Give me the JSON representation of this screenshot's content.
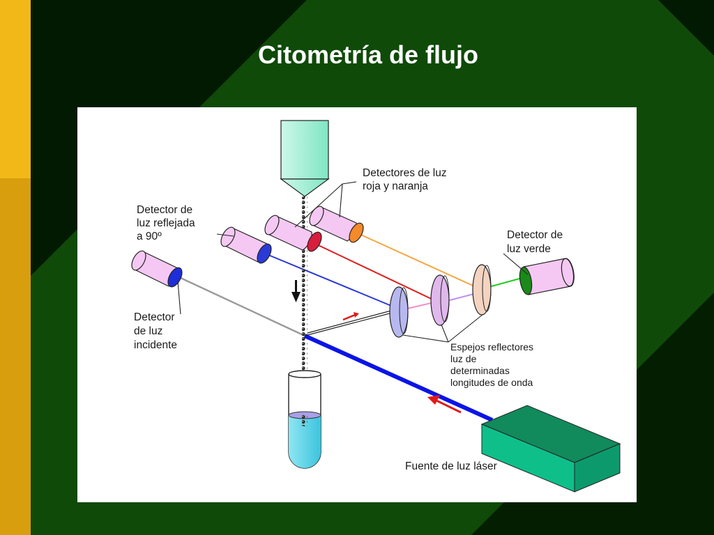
{
  "slide": {
    "title": "Citometría de flujo"
  },
  "labels": {
    "red_orange_detectors": [
      "Detectores de luz",
      "roja y naranja"
    ],
    "side_scatter_detector": [
      "Detector de",
      "luz reflejada",
      "a 90º"
    ],
    "green_detector": [
      "Detector de",
      "luz verde"
    ],
    "forward_detector": [
      "Detector",
      "de luz",
      "incidente"
    ],
    "mirrors": [
      "Espejos reflectores",
      "luz de",
      "determinadas",
      "longitudes de onda"
    ],
    "laser_source": "Fuente de luz láser"
  },
  "colors": {
    "background": "#0f4a08",
    "dark_background": "#031a02",
    "gold_bar": "#f2b818",
    "gold_bar_lower": "#d89e0e",
    "laser_beam": "#0a14e6",
    "laser_box": "#0fbf8a",
    "red_beam": "#e01a1a",
    "orange_beam": "#f4a640",
    "green_beam": "#22cc22",
    "detector_body": "#f4c8f2"
  }
}
